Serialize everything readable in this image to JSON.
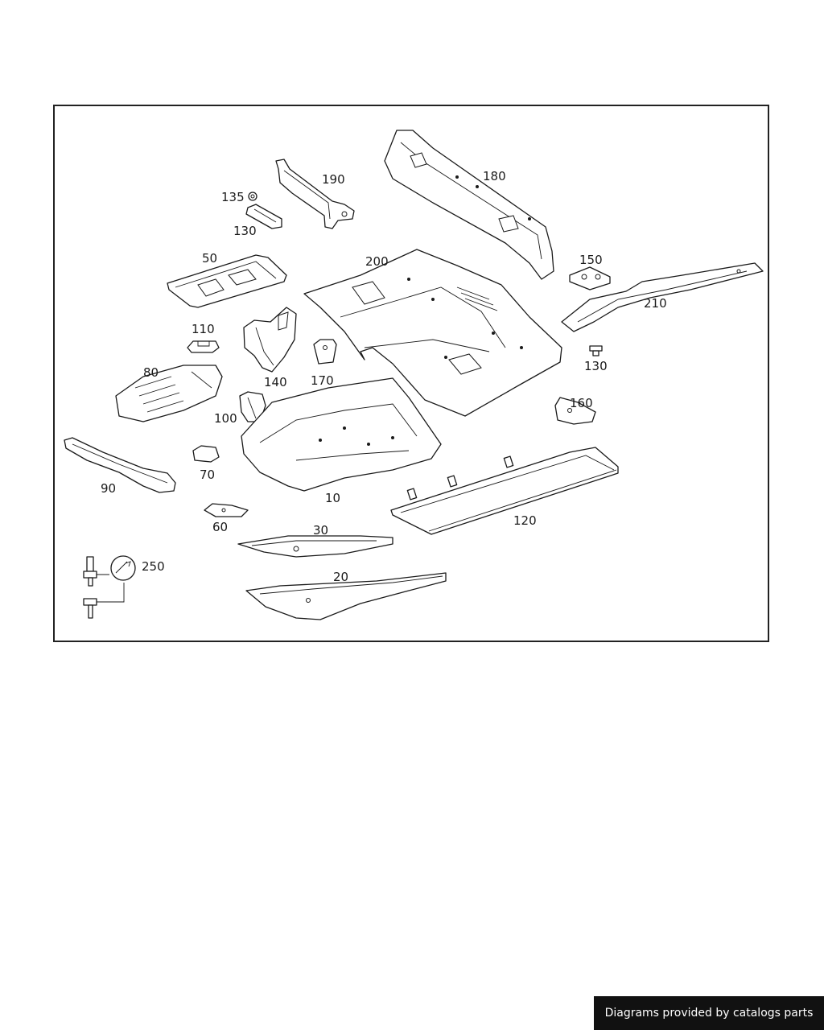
{
  "diagram": {
    "labels": {
      "p10": "10",
      "p20": "20",
      "p30": "30",
      "p50": "50",
      "p60": "60",
      "p70": "70",
      "p80": "80",
      "p90": "90",
      "p100": "100",
      "p110": "110",
      "p120": "120",
      "p130a": "130",
      "p130b": "130",
      "p135": "135",
      "p140": "140",
      "p150": "150",
      "p160": "160",
      "p170": "170",
      "p180": "180",
      "p190": "190",
      "p200": "200",
      "p210": "210",
      "p250": "250"
    }
  },
  "footer": {
    "text": "Diagrams provided by catalogs parts"
  },
  "colors": {
    "line": "#1a1a1a",
    "footer_bg": "#111111",
    "footer_text": "#ffffff"
  }
}
